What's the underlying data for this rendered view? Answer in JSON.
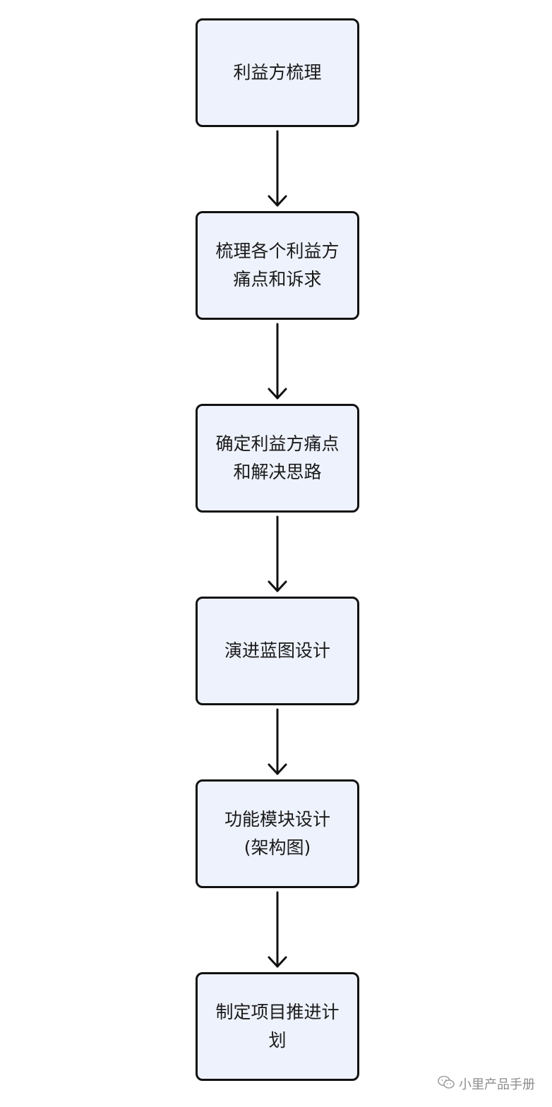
{
  "diagram": {
    "type": "flowchart",
    "direction": "top-to-bottom",
    "colors": {
      "node_fill": "#eef2fc",
      "node_border": "#111111",
      "arrow": "#111111",
      "text": "#1a1a1a"
    },
    "nodes": [
      {
        "lines": [
          "利益方梳理"
        ]
      },
      {
        "lines": [
          "梳理各个利益方",
          "痛点和诉求"
        ]
      },
      {
        "lines": [
          "确定利益方痛点",
          "和解决思路"
        ]
      },
      {
        "lines": [
          "演进蓝图设计"
        ]
      },
      {
        "lines": [
          "功能模块设计",
          "(架构图)"
        ]
      },
      {
        "lines": [
          "制定项目推进计",
          "划"
        ]
      }
    ],
    "edges": [
      {
        "from": 0,
        "to": 1
      },
      {
        "from": 1,
        "to": 2
      },
      {
        "from": 2,
        "to": 3
      },
      {
        "from": 3,
        "to": 4
      },
      {
        "from": 4,
        "to": 5
      }
    ]
  },
  "watermark": {
    "icon": "wechat-icon",
    "text": "小里产品手册"
  }
}
